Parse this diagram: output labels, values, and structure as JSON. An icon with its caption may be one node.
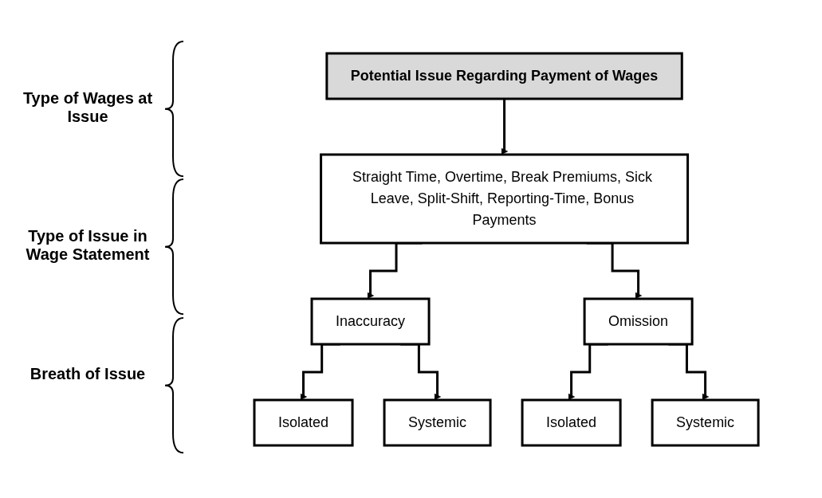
{
  "diagram": {
    "nodes": [
      {
        "text": [
          "Potential Issue Regarding Payment of Wages"
        ]
      },
      {
        "text": [
          "Straight Time, Overtime, Break Premiums, Sick Leave, Split-Shift, Reporting-Time, Bonus Payments"
        ]
      },
      {
        "text": [
          "Inaccuracy"
        ]
      },
      {
        "text": [
          "Omission"
        ]
      },
      {
        "text": [
          "Isolated"
        ]
      },
      {
        "text": [
          "Systemic"
        ]
      },
      {
        "text": [
          "Isolated"
        ]
      },
      {
        "text": [
          "Systemic"
        ]
      }
    ],
    "edges": [
      {
        "from": 0,
        "to": 1,
        "arrow": "to"
      },
      {
        "from": 1,
        "to": 2,
        "arrow": "to"
      },
      {
        "from": 1,
        "to": 3,
        "arrow": "to"
      },
      {
        "from": 2,
        "to": 4,
        "arrow": "to"
      },
      {
        "from": 2,
        "to": 5,
        "arrow": "to"
      },
      {
        "from": 3,
        "to": 6,
        "arrow": "to"
      },
      {
        "from": 3,
        "to": 7,
        "arrow": "to"
      }
    ],
    "labels": [
      "Type of Wages at Issue",
      "Type of Issue in Wage Statement",
      "Breath of Issue"
    ]
  }
}
